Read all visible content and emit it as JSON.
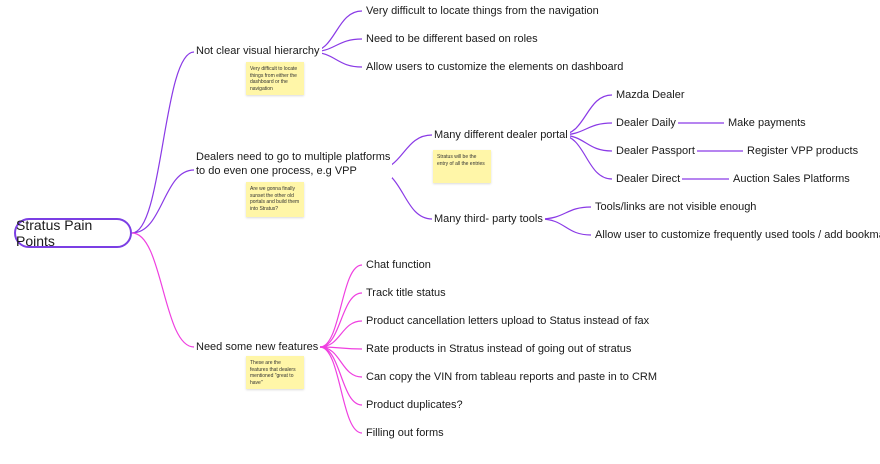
{
  "root": "Stratus Pain Points",
  "colors": {
    "purple": "#8a3ae6",
    "magenta": "#ef3fe0",
    "root_border": "#7b3fe4",
    "sticky": "#fff6a8"
  },
  "branches": {
    "hierarchy": {
      "label": "Not clear visual hierarchy",
      "note": "Very difficult to locate things from either the dashboard or the navigation",
      "children": [
        "Very difficult to locate things from the navigation",
        "Need to be different based on roles",
        "Allow users to customize the elements on dashboard"
      ]
    },
    "platforms": {
      "label_line1": "Dealers need to go to multiple platforms",
      "label_line2": "to do even one process, e.g VPP",
      "note": "Are we gonna finally sunset the other old portals and build them into Stratus?",
      "portal": {
        "label": "Many different dealer portal",
        "note": "Stratus will be the entry of all the entries",
        "children": [
          "Mazda Dealer",
          "Dealer Daily",
          "Dealer Passport",
          "Dealer Direct"
        ],
        "sub": [
          "Make payments",
          "Register VPP products",
          "Auction Sales Platforms"
        ]
      },
      "tools": {
        "label": "Many third- party tools",
        "children": [
          "Tools/links are not visible enough",
          "Allow user to customize frequently used tools / add bookmark"
        ]
      }
    },
    "features": {
      "label": "Need some new features",
      "note": "These are the features that dealers mentioned \"great to have\"",
      "children": [
        "Chat function",
        "Track title status",
        "Product cancellation letters upload to Status instead of fax",
        "Rate products in Stratus instead of going out of stratus",
        "Can copy the VIN from tableau reports and paste in to CRM",
        "Product duplicates?",
        "Filling out forms"
      ]
    }
  }
}
